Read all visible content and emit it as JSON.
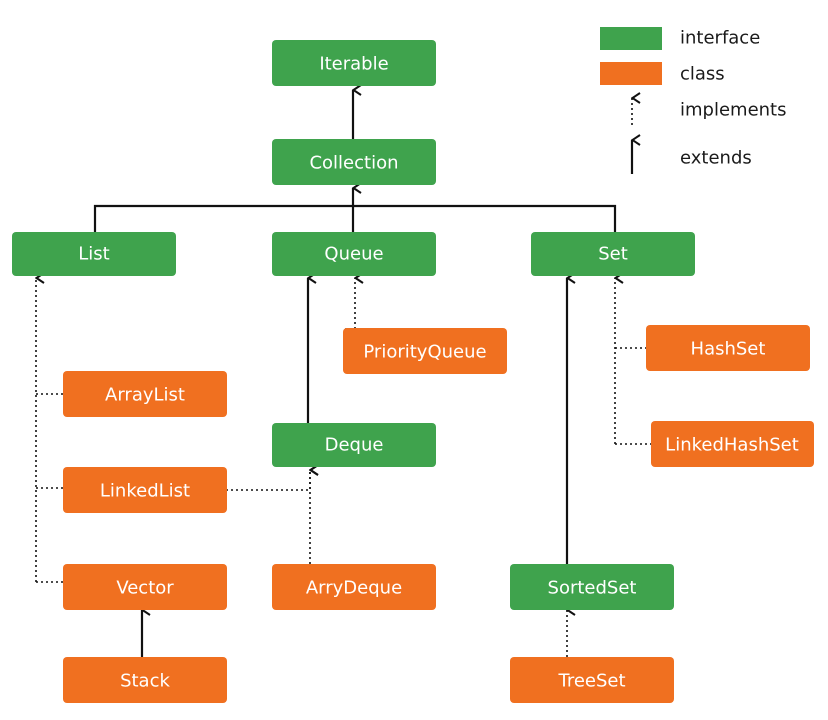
{
  "colors": {
    "interface": "#3fa34d",
    "class": "#f07020",
    "line": "#111111"
  },
  "legend": {
    "interface": "interface",
    "class": "class",
    "implements": "implements",
    "extends": "extends"
  },
  "nodes": {
    "iterable": {
      "label": "Iterable",
      "kind": "interface"
    },
    "collection": {
      "label": "Collection",
      "kind": "interface"
    },
    "list": {
      "label": "List",
      "kind": "interface"
    },
    "queue": {
      "label": "Queue",
      "kind": "interface"
    },
    "set": {
      "label": "Set",
      "kind": "interface"
    },
    "priorityqueue": {
      "label": "PriorityQueue",
      "kind": "class"
    },
    "hashset": {
      "label": "HashSet",
      "kind": "class"
    },
    "arraylist": {
      "label": "ArrayList",
      "kind": "class"
    },
    "deque": {
      "label": "Deque",
      "kind": "interface"
    },
    "linkedhashset": {
      "label": "LinkedHashSet",
      "kind": "class"
    },
    "linkedlist": {
      "label": "LinkedList",
      "kind": "class"
    },
    "vector": {
      "label": "Vector",
      "kind": "class"
    },
    "arrydeque": {
      "label": "ArryDeque",
      "kind": "class"
    },
    "sortedset": {
      "label": "SortedSet",
      "kind": "interface"
    },
    "stack": {
      "label": "Stack",
      "kind": "class"
    },
    "treeset": {
      "label": "TreeSet",
      "kind": "class"
    }
  },
  "relations": [
    {
      "from": "collection",
      "to": "iterable",
      "type": "extends"
    },
    {
      "from": "list",
      "to": "collection",
      "type": "extends"
    },
    {
      "from": "queue",
      "to": "collection",
      "type": "extends"
    },
    {
      "from": "set",
      "to": "collection",
      "type": "extends"
    },
    {
      "from": "priorityqueue",
      "to": "queue",
      "type": "implements"
    },
    {
      "from": "deque",
      "to": "queue",
      "type": "extends"
    },
    {
      "from": "arraylist",
      "to": "list",
      "type": "implements"
    },
    {
      "from": "linkedlist",
      "to": "list",
      "type": "implements"
    },
    {
      "from": "vector",
      "to": "list",
      "type": "implements"
    },
    {
      "from": "linkedlist",
      "to": "deque",
      "type": "implements"
    },
    {
      "from": "arrydeque",
      "to": "deque",
      "type": "implements"
    },
    {
      "from": "stack",
      "to": "vector",
      "type": "extends"
    },
    {
      "from": "hashset",
      "to": "set",
      "type": "implements"
    },
    {
      "from": "linkedhashset",
      "to": "set",
      "type": "implements"
    },
    {
      "from": "sortedset",
      "to": "set",
      "type": "extends"
    },
    {
      "from": "treeset",
      "to": "sortedset",
      "type": "implements"
    }
  ]
}
